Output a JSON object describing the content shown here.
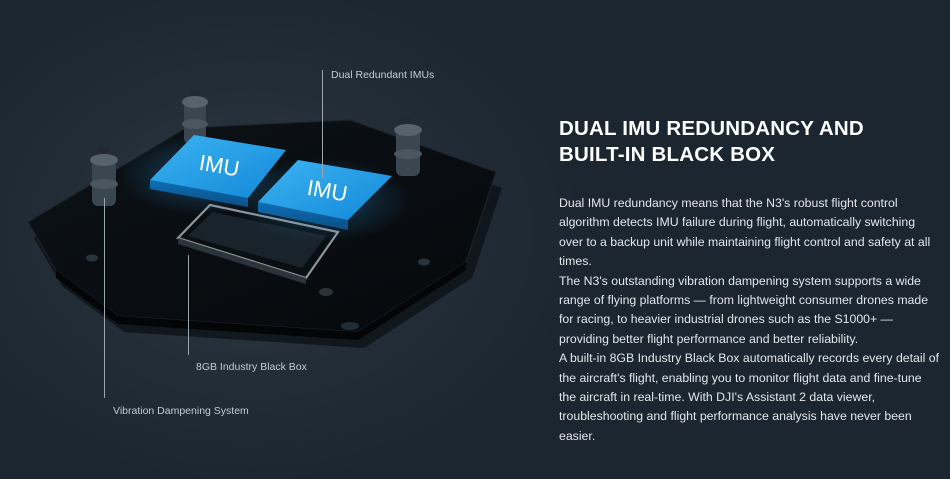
{
  "colors": {
    "background": "#1f2a33",
    "imu_chip": "#1e9be2",
    "heading": "#ffffff",
    "body_text": "#e3e7ea",
    "callout_text": "#c3ccd3"
  },
  "illustration": {
    "chips": [
      {
        "label": "IMU"
      },
      {
        "label": "IMU"
      }
    ],
    "callouts": {
      "imus": "Dual Redundant IMUs",
      "black_box": "8GB Industry Black Box",
      "vibration": "Vibration Dampening System"
    }
  },
  "content": {
    "heading_line1": "DUAL IMU REDUNDANCY AND",
    "heading_line2": "BUILT-IN BLACK BOX",
    "paragraphs": [
      "Dual IMU redundancy means that the N3's robust flight control algorithm detects IMU failure during flight, automatically switching over to a backup unit while maintaining flight control and safety at all times.",
      "The N3's outstanding vibration dampening system supports a wide range of flying platforms — from lightweight consumer drones made for racing, to heavier industrial drones such as the S1000+ — providing better flight performance and better reliability.",
      "A built-in 8GB Industry Black Box automatically records every detail of the aircraft's flight, enabling you to monitor flight data and fine-tune the aircraft in real-time. With DJI's Assistant 2 data viewer, troubleshooting and flight performance analysis have never been easier."
    ]
  }
}
